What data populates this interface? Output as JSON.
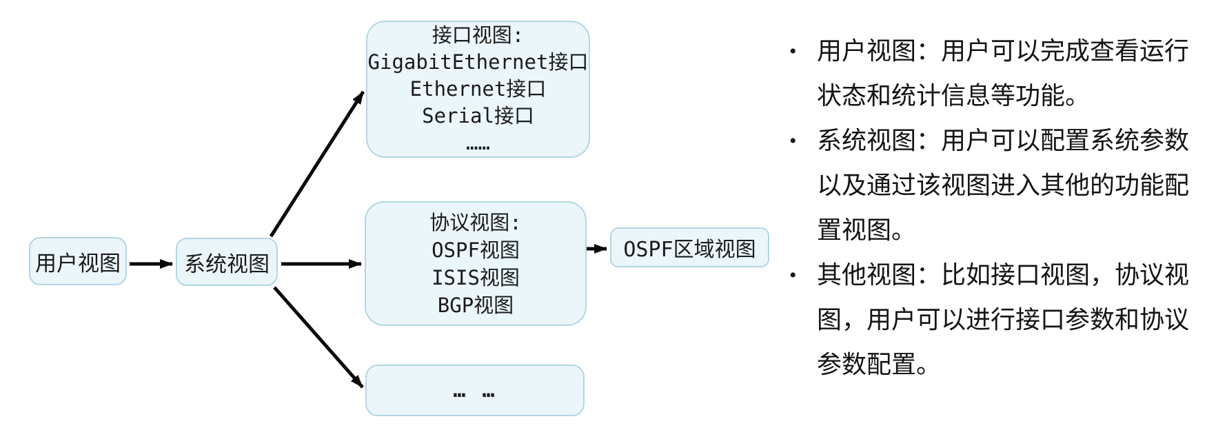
{
  "diagram": {
    "nodes": {
      "user_view": {
        "label": "用户视图"
      },
      "system_view": {
        "label": "系统视图"
      },
      "interface_view": {
        "lines": [
          "接口视图:",
          "GigabitEthernet接口",
          "Ethernet接口",
          "Serial接口",
          "……"
        ]
      },
      "protocol_view": {
        "lines": [
          "协议视图:",
          "OSPF视图",
          "ISIS视图",
          "BGP视图"
        ]
      },
      "other_views": {
        "label": "… …"
      },
      "ospf_area_view": {
        "label": "OSPF区域视图"
      }
    },
    "colors": {
      "node_fill": "#eaf6fa",
      "node_border": "#b2d6e5",
      "arrow": "#0a0a0a",
      "text": "#1b1b1b"
    }
  },
  "notes": {
    "bullet_glyph": "•",
    "items": [
      {
        "text": "用户视图：用户可以完成查看运行状态和统计信息等功能。"
      },
      {
        "text": "系统视图：用户可以配置系统参数以及通过该视图进入其他的功能配置视图。"
      },
      {
        "text": "其他视图：比如接口视图，协议视图，用户可以进行接口参数和协议参数配置。"
      }
    ]
  }
}
